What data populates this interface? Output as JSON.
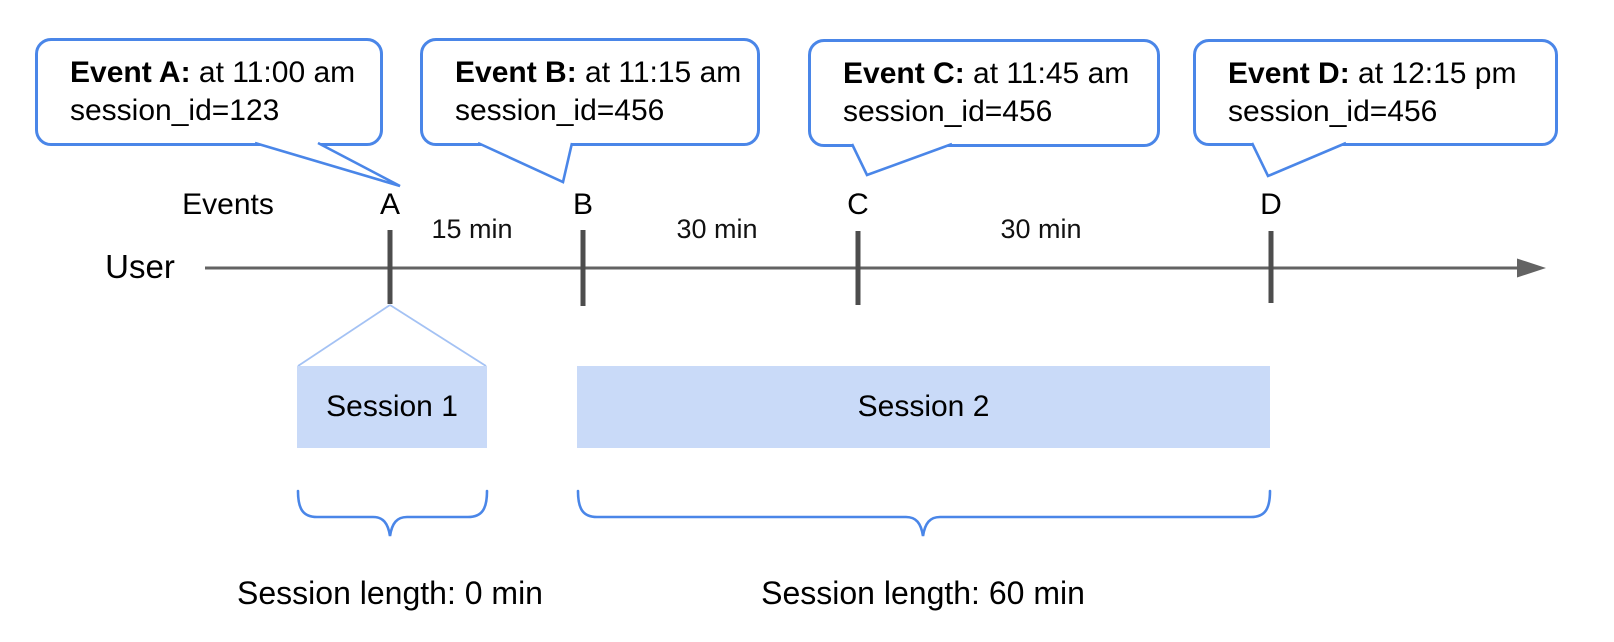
{
  "diagram": {
    "timeline": {
      "events_label": "Events",
      "user_label": "User",
      "event_ticks": [
        "A",
        "B",
        "C",
        "D"
      ],
      "intervals": [
        "15 min",
        "30 min",
        "30 min"
      ]
    },
    "callouts": [
      {
        "event": "Event A:",
        "time": "at 11:00 am",
        "session_id": "session_id=123"
      },
      {
        "event": "Event B:",
        "time": "at 11:15 am",
        "session_id": "session_id=456"
      },
      {
        "event": "Event C:",
        "time": "at 11:45 am",
        "session_id": "session_id=456"
      },
      {
        "event": "Event D:",
        "time": "at 12:15 pm",
        "session_id": "session_id=456"
      }
    ],
    "sessions": [
      {
        "label": "Session 1",
        "length": "Session length: 0 min"
      },
      {
        "label": "Session 2",
        "length": "Session length: 60 min"
      }
    ],
    "colors": {
      "callout_border": "#4a86e8",
      "brace": "#4a86e8",
      "session_fill": "#c9daf8",
      "funnel_line": "#a4c2f4",
      "axis_line": "#636363",
      "event_tick": "#4d4d4d",
      "text": "#000000"
    }
  }
}
